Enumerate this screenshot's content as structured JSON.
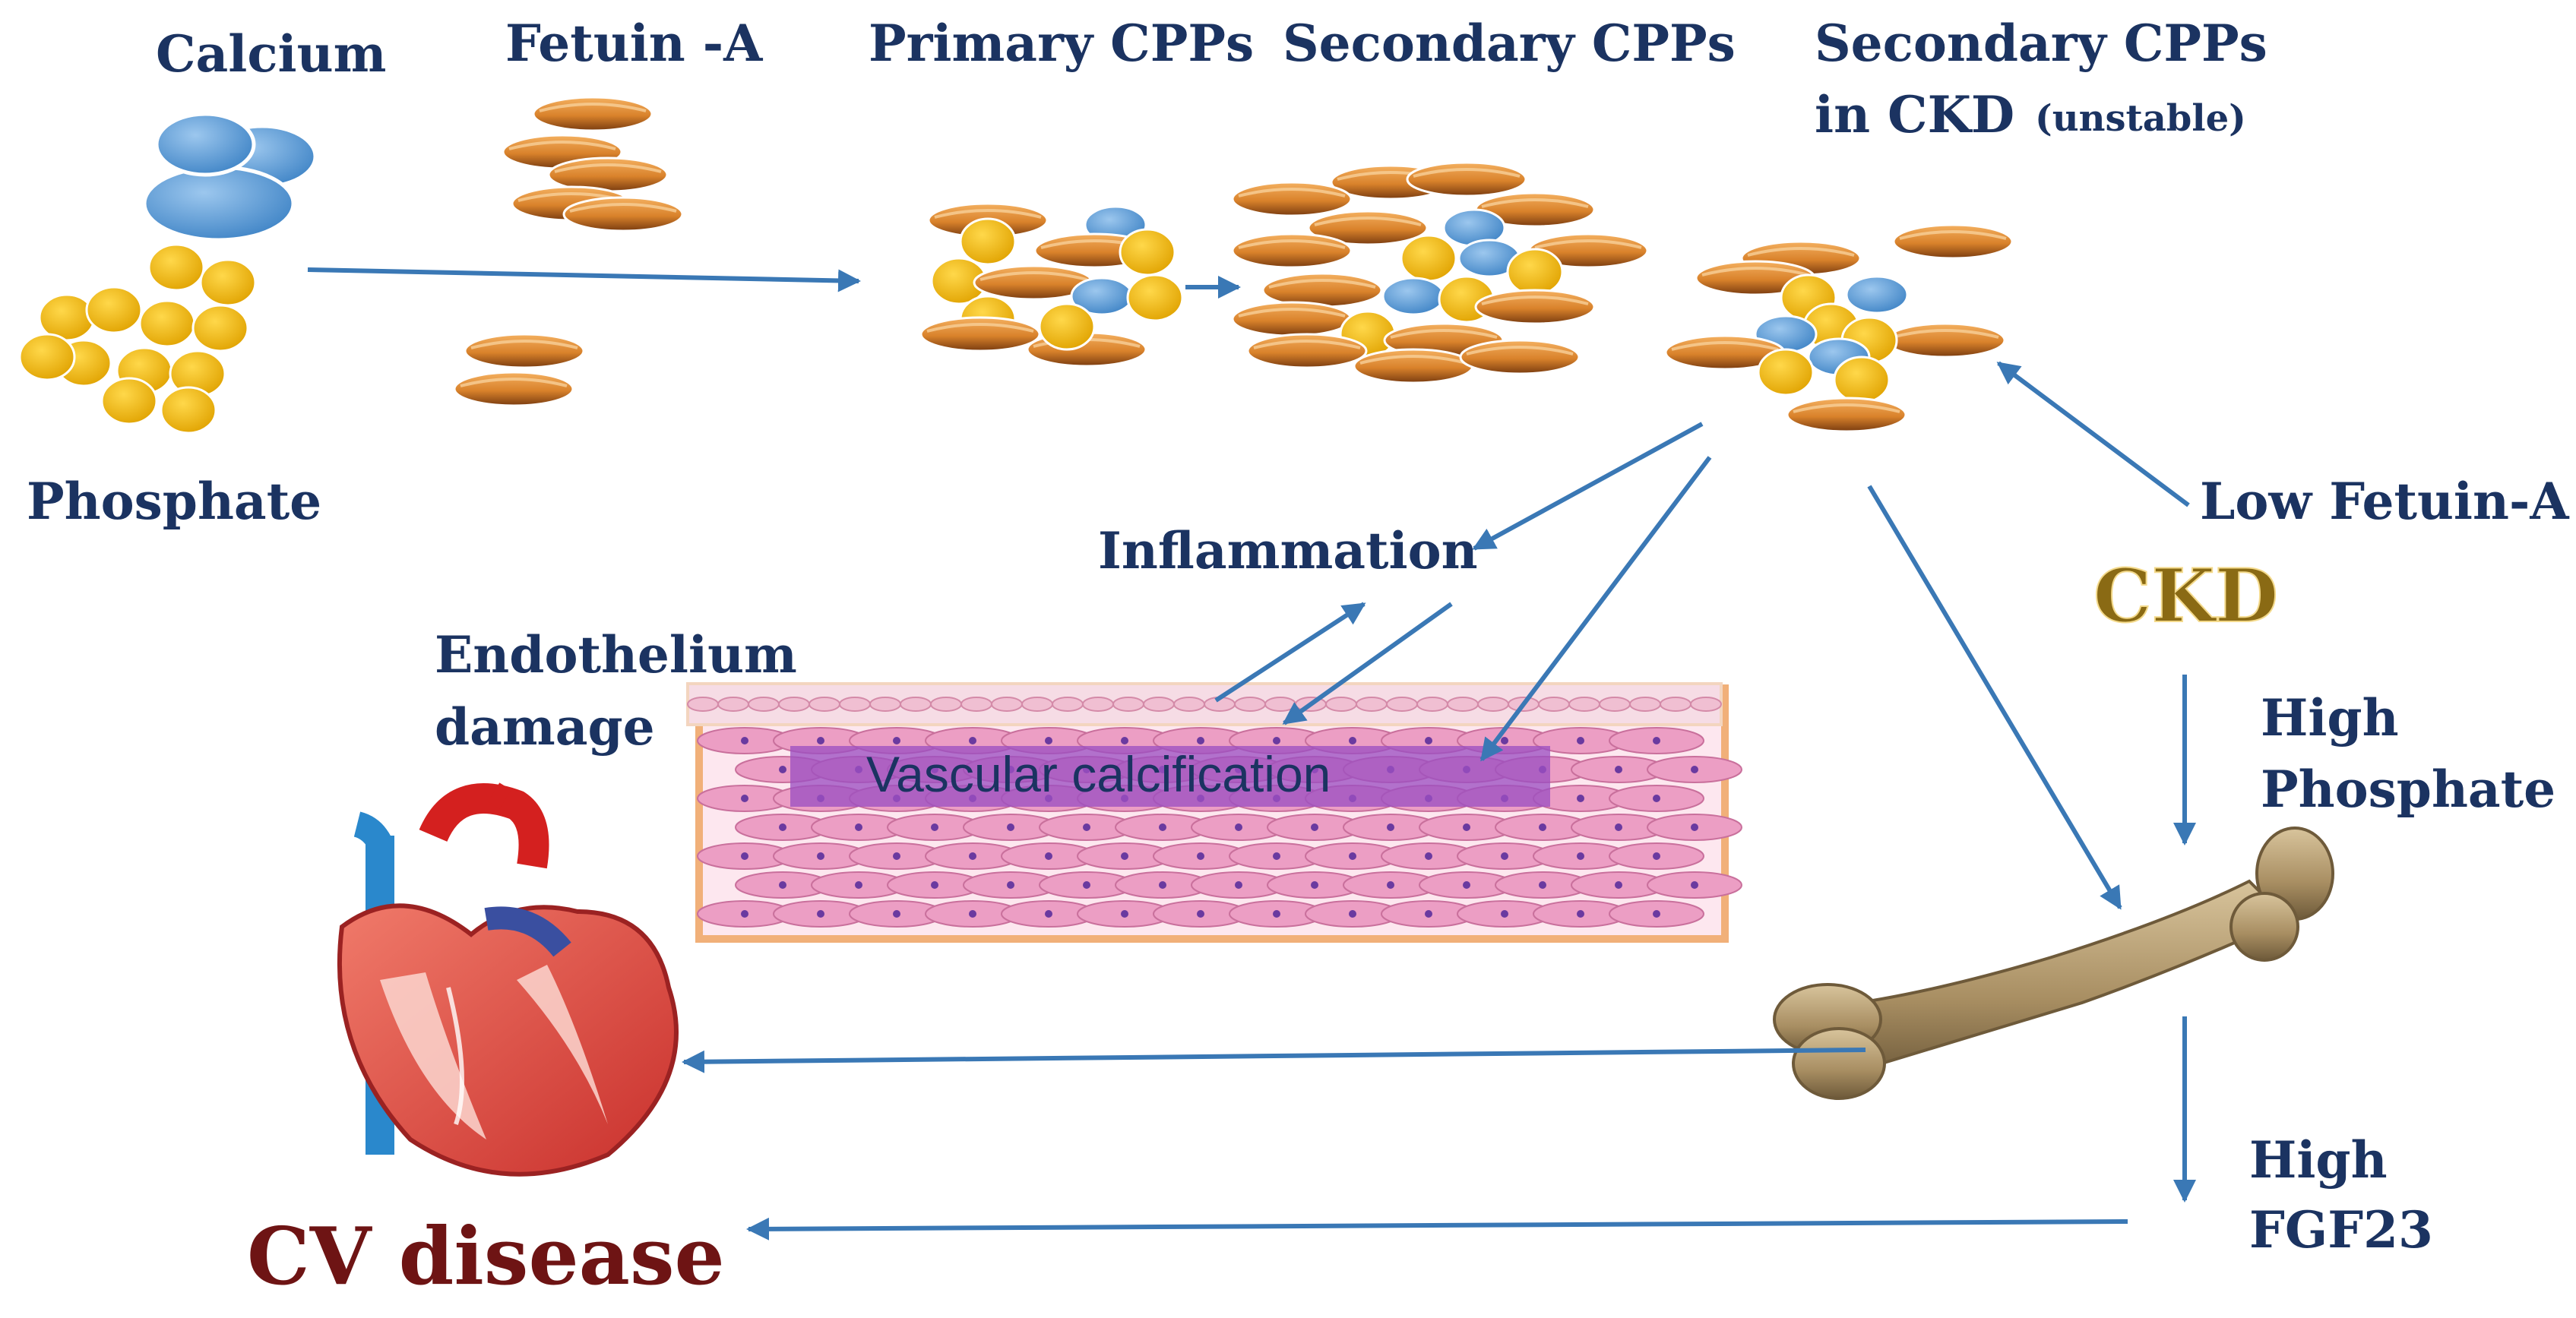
{
  "labels": {
    "calcium": "Calcium",
    "fetuin_a": "Fetuin -A",
    "primary_cpps": "Primary CPPs",
    "secondary_cpps": "Secondary CPPs",
    "secondary_cpps_ckd_line1": "Secondary CPPs",
    "secondary_cpps_ckd_line2": "in CKD",
    "unstable": "(unstable)",
    "phosphate": "Phosphate",
    "low_fetuin_a": "Low Fetuin-A",
    "inflammation": "Inflammation",
    "ckd": "CKD",
    "endothelium_line1": "Endothelium",
    "endothelium_line2": "damage",
    "vascular_calcification": "Vascular calcification",
    "high_phosphate_line1": "High",
    "high_phosphate_line2": "Phosphate",
    "high_fgf23_line1": "High",
    "high_fgf23_line2": "FGF23",
    "cv_disease": "CV disease"
  },
  "colors": {
    "text_navy": "#1b3361",
    "arrow_blue": "#3a78b5",
    "ckd_gold": "#8a6a14",
    "cv_red": "#6e1414",
    "fetuin_orange": "#d9822b",
    "fetuin_dark": "#7a3c10",
    "phosphate_yellow": "#f2b80f",
    "calcium_blue": "#5b9fd8",
    "cell_pink": "#ec9ec4",
    "calcification_purple": "#9c4fc2",
    "bone_tan": "#b89e72"
  }
}
